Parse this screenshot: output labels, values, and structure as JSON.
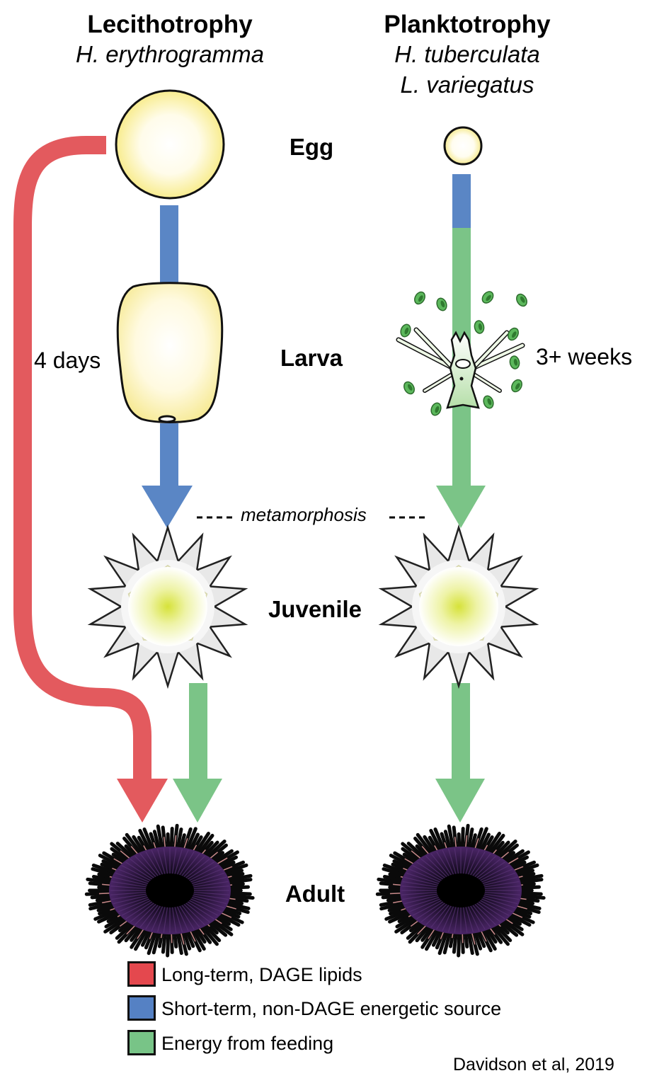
{
  "left_column": {
    "strategy": "Lecithotrophy",
    "species": [
      "H. erythrogramma"
    ],
    "duration": "4 days"
  },
  "right_column": {
    "strategy": "Planktotrophy",
    "species": [
      "H. tuberculata",
      "L. variegatus"
    ],
    "duration": "3+ weeks"
  },
  "stages": {
    "egg": "Egg",
    "larva": "Larva",
    "juvenile": "Juvenile",
    "adult": "Adult"
  },
  "metamorphosis": "metamorphosis",
  "legend": [
    {
      "label": "Long-term, DAGE lipids",
      "color": "#e4484e"
    },
    {
      "label": "Short-term, non-DAGE energetic source",
      "color": "#5581c4"
    },
    {
      "label": "Energy from feeding",
      "color": "#78c487"
    }
  ],
  "colors": {
    "red_flow": "#e35a5e",
    "blue_flow": "#5a86c5",
    "green_flow": "#7bc487",
    "yolk": "#fbf3b4",
    "adult_body": "#3d1f57"
  },
  "citation": "Davidson et al, 2019"
}
